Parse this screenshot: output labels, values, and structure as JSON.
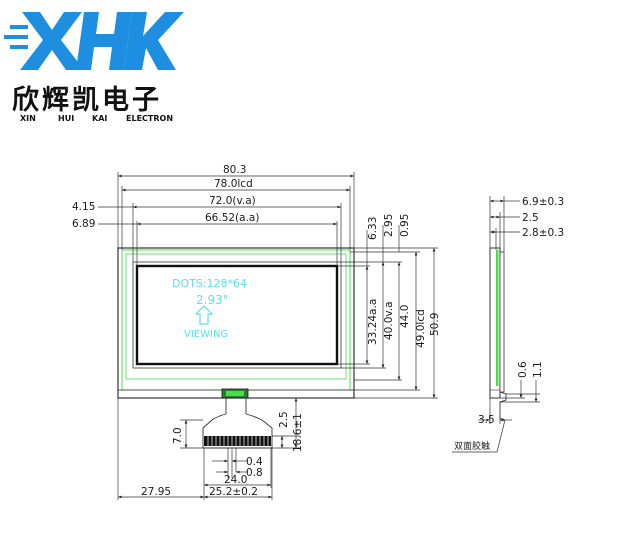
{
  "brand": {
    "logo_letters": "XHK",
    "name_cn": "欣辉凯电子",
    "name_en": [
      "XIN",
      "HUI",
      "KAI",
      "ELECTRON"
    ],
    "color_blue": "#1e8fe0",
    "color_black": "#111111"
  },
  "lcd": {
    "dots_label": "DOTS:128*64",
    "size_label": "2.93\"",
    "viewing_label": "VIEWING",
    "green": "#48e04a",
    "cyan": "#5ae0e8"
  },
  "top_dims": {
    "overall": "80.3",
    "lcd": "78.0lcd",
    "va": "72.0(v.a)",
    "aa": "66.52(a.a)",
    "left_va_offset": "4.15",
    "left_aa_offset": "6.89"
  },
  "right_dims": {
    "d633": "6.33",
    "d295a": "2.95",
    "d295b": "0.95",
    "aa_h": "33.24a.a",
    "va_h": "40.0v.a",
    "h44": "44.0",
    "lcd_h": "49.0lcd",
    "overall_h": "50.9"
  },
  "fpc_dims": {
    "d70": "7.0",
    "d25": "2.5",
    "d186": "18.6±1",
    "pitch_04": "0.4",
    "pitch_08": "0.8",
    "span_24": "24.0",
    "offset_2795": "27.95",
    "width_252": "25.2±0.2"
  },
  "side_dims": {
    "t69": "6.9±0.3",
    "t25": "2.5",
    "t28": "2.8±0.3",
    "b06": "0.6",
    "b11": "1.1",
    "b35": "3.5",
    "tape_note": "双面胶触"
  }
}
